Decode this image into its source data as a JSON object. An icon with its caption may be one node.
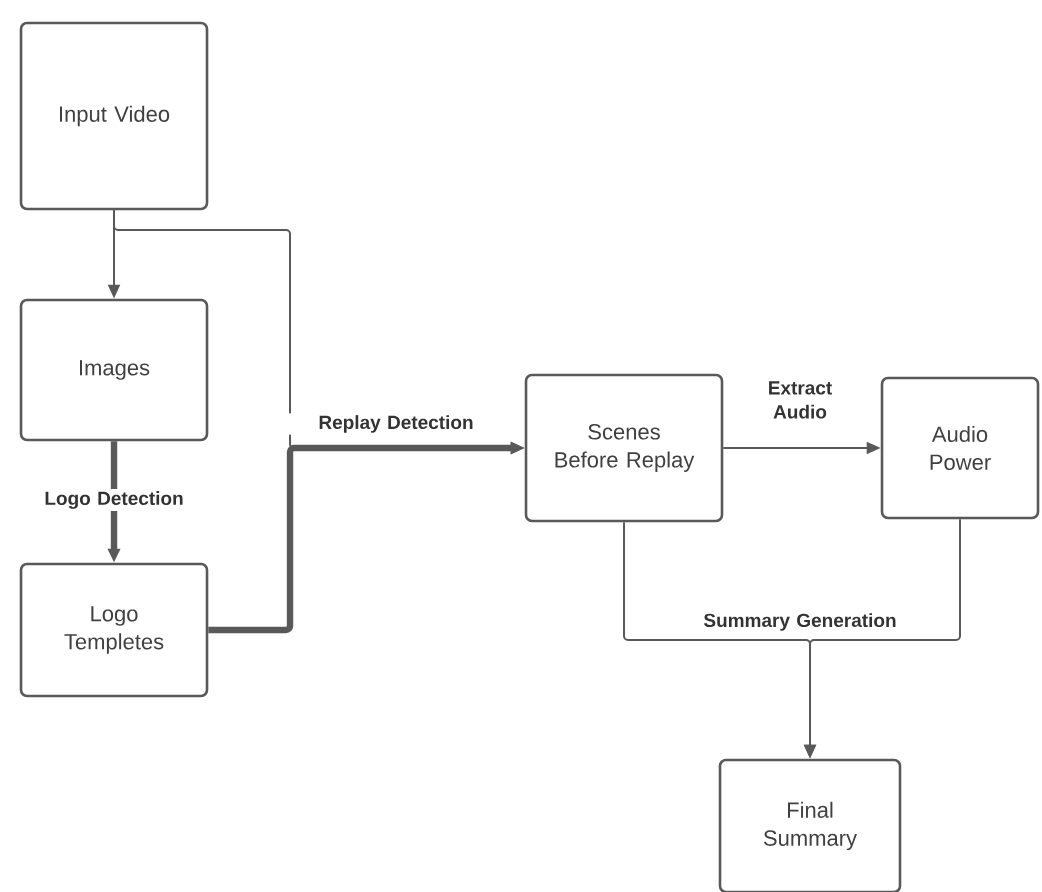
{
  "diagram": {
    "nodes": [
      {
        "text": [
          "Input Video"
        ]
      },
      {
        "text": [
          "Images"
        ]
      },
      {
        "text": [
          "Logo Templetes"
        ]
      },
      {
        "text": [
          "Scenes Before Replay"
        ]
      },
      {
        "text": [
          "Audio Power"
        ]
      },
      {
        "text": [
          "Final Summary"
        ]
      }
    ],
    "edges": [
      {
        "from": 0,
        "to": 1,
        "arrow": "to"
      },
      {
        "from": 1,
        "to": 2,
        "arrow": "to",
        "label": "Logo Detection",
        "style": "thick"
      },
      {
        "from": 0,
        "to": 3,
        "arrow": "to"
      },
      {
        "from": 2,
        "to": 3,
        "arrow": "to",
        "label": "Replay Detection",
        "style": "thick"
      },
      {
        "from": 3,
        "to": 4,
        "arrow": "to",
        "label": "Extract Audio"
      },
      {
        "from": 3,
        "to": 5,
        "arrow": "to",
        "label": "Summary Generation"
      },
      {
        "from": 4,
        "to": 5,
        "arrow": "to"
      }
    ]
  }
}
